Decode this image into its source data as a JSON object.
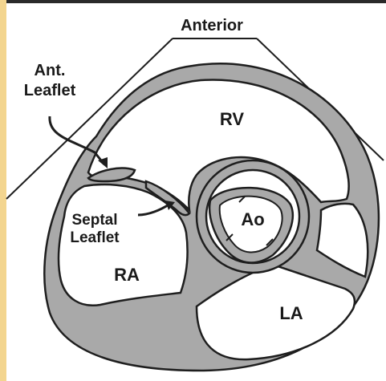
{
  "labels": {
    "anterior": "Anterior",
    "ant_leaflet_line1": "Ant.",
    "ant_leaflet_line2": "Leaflet",
    "rv": "RV",
    "septal_leaflet_line1": "Septal",
    "septal_leaflet_line2": "Leaflet",
    "ao": "Ao",
    "ra": "RA",
    "la": "LA"
  },
  "colors": {
    "background_left": "#f3d58f",
    "panel": "#ffffff",
    "tissue_fill": "#a9a9a9",
    "outline": "#1e1e1e"
  }
}
